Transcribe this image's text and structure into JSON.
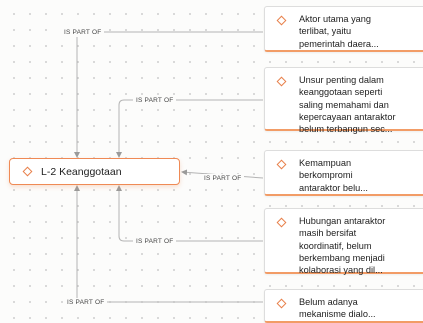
{
  "canvas": {
    "accent_color": "#ef8a55",
    "main_node": {
      "label": "L-2 Keanggotaan",
      "icon": "diamond-icon"
    },
    "children": [
      {
        "icon": "diamond-icon",
        "text": "Aktor utama yang\nterlibat, yaitu\npemerintah daera...",
        "relation": "IS PART OF"
      },
      {
        "icon": "diamond-icon",
        "text": "Unsur penting dalam\nkeanggotaan seperti\nsaling memahami dan\nkepercayaan antaraktor\nbelum terbangun sec...",
        "relation": "IS PART OF"
      },
      {
        "icon": "diamond-icon",
        "text": "Kemampuan\nberkompromi\nantaraktor belu...",
        "relation": "IS PART OF"
      },
      {
        "icon": "diamond-icon",
        "text": "Hubungan antaraktor\nmasih bersifat\nkoordinatif, belum\nberkembang menjadi\nkolaborasi yang dil...",
        "relation": "IS PART OF"
      },
      {
        "icon": "diamond-icon",
        "text": "Belum adanya\nmekanisme dialo...",
        "relation": "IS PART OF"
      }
    ]
  }
}
